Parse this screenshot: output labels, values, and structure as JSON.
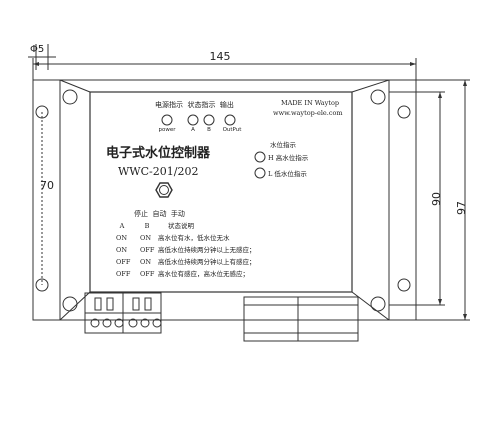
{
  "dimensions": {
    "hole_diameter": "Φ5",
    "board_width": "145",
    "board_inner_height": "70",
    "inner_height": "90",
    "outer_height": "97"
  },
  "header": {
    "indicators": "电源指示  状态指示  输出",
    "led_labels": [
      "power",
      "A",
      "B",
      "OutPut"
    ],
    "made_in": "MADE IN Waytop",
    "website": "www.waytop-ele.com"
  },
  "title": {
    "cn": "电子式水位控制器",
    "model": "WWC-201/202"
  },
  "water_level": {
    "heading": "水位指示",
    "high": "H 高水位指示",
    "low": "L 低水位指示"
  },
  "knob_labels": "停止  自动  手动",
  "status_table": {
    "headers": [
      "A",
      "B",
      "状态说明"
    ],
    "rows": [
      [
        "ON",
        "ON",
        "高水位有水，低水位无水"
      ],
      [
        "ON",
        "OFF",
        "高低水位持续两分钟以上无感应；"
      ],
      [
        "OFF",
        "ON",
        "高低水位持续两分钟以上有感应；"
      ],
      [
        "OFF",
        "OFF",
        "高水位有感应，高水位无感应；"
      ]
    ]
  },
  "colors": {
    "line": "#333333",
    "background": "#ffffff"
  }
}
